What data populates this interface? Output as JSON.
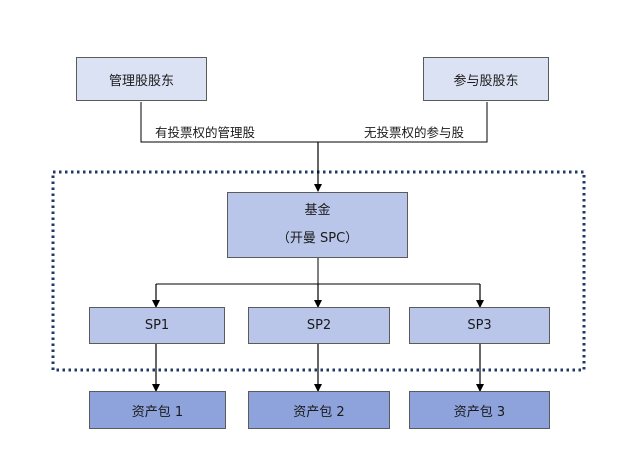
{
  "shareholders": {
    "management": "管理股股东",
    "participating": "参与股股东",
    "management_share_label": "有投票权的管理股",
    "participating_share_label": "无投票权的参与股"
  },
  "fund": {
    "title": "基金",
    "subtitle": "（开曼 SPC）"
  },
  "segregated_portfolios": [
    "SP1",
    "SP2",
    "SP3"
  ],
  "asset_pools": [
    "资产包 1",
    "资产包 2",
    "资产包 3"
  ],
  "colors": {
    "shareholder_fill": "#dbe2f3",
    "fund_fill": "#b9c6ea",
    "asset_fill": "#8ea3dc",
    "boundary_dots": "#1f3a68"
  }
}
